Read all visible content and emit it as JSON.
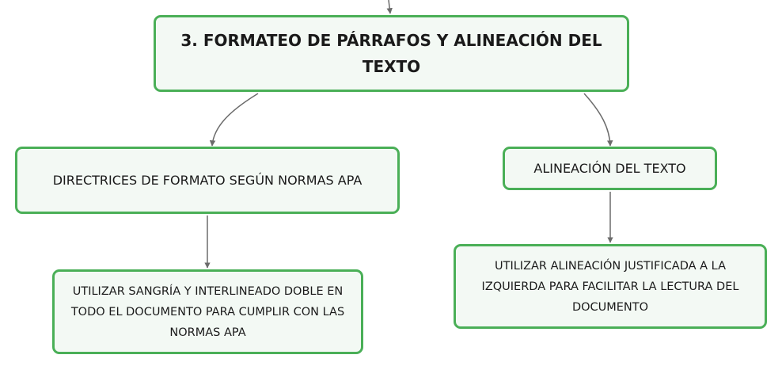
{
  "colors": {
    "node_border": "#4aaf57",
    "node_fill": "#f3f9f4",
    "connector": "#6b6b6b",
    "text": "#1a1a1a"
  },
  "root": {
    "label": "3. FORMATEO DE PÁRRAFOS Y ALINEACIÓN DEL TEXTO"
  },
  "branches": [
    {
      "label": "DIRECTRICES DE FORMATO SEGÚN NORMAS APA",
      "child": "UTILIZAR SANGRÍA Y INTERLINEADO DOBLE EN TODO EL DOCUMENTO PARA CUMPLIR CON LAS NORMAS APA"
    },
    {
      "label": "ALINEACIÓN DEL TEXTO",
      "child": "UTILIZAR ALINEACIÓN JUSTIFICADA A LA IZQUIERDA PARA FACILITAR LA LECTURA DEL DOCUMENTO"
    }
  ]
}
